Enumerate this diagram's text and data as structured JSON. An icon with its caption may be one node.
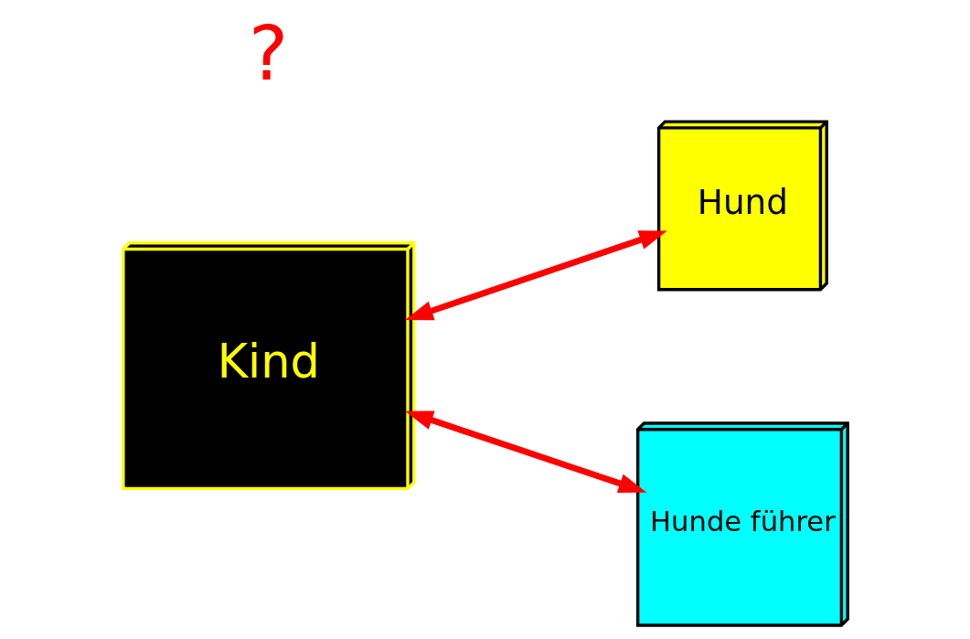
{
  "diagram": {
    "nodes": [
      {
        "text": [
          "Kind"
        ],
        "beside": [
          "?"
        ]
      },
      {
        "text": [
          "Hund"
        ]
      },
      {
        "text": [
          "Hunde führer"
        ]
      }
    ],
    "edges": [
      {
        "from": 0,
        "to": 1,
        "arrow": "both"
      },
      {
        "from": 0,
        "to": 2,
        "arrow": "both"
      }
    ]
  }
}
